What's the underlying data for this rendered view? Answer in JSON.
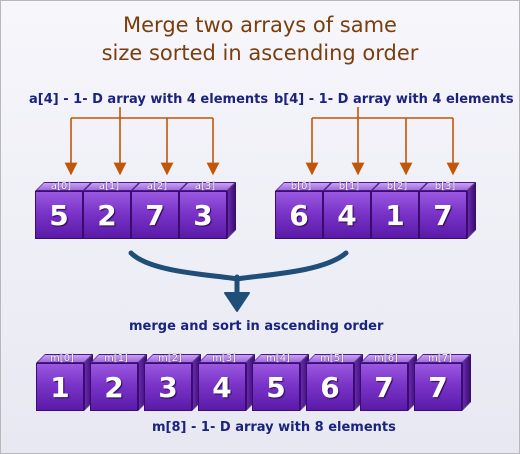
{
  "title_line1": "Merge two arrays of same",
  "title_line2": "size sorted in ascending order",
  "caption_a": "a[4] - 1- D array with 4 elements",
  "caption_b": "b[4] - 1- D array with 4 elements",
  "merge_caption": "merge and sort in ascending order",
  "caption_m": "m[8] - 1- D array with 8 elements",
  "colors": {
    "title": "#7a3e0d",
    "caption": "#1a237e",
    "arrow": "#c0560a",
    "curve": "#1f4e79",
    "cube": "#7a34c8"
  },
  "array_a": {
    "labels": [
      "a[0]",
      "a[1]",
      "a[2]",
      "a[3]"
    ],
    "values": [
      "5",
      "2",
      "7",
      "3"
    ]
  },
  "array_b": {
    "labels": [
      "b[0]",
      "b[1]",
      "b[2]",
      "b[3]"
    ],
    "values": [
      "6",
      "4",
      "1",
      "7"
    ]
  },
  "array_m": {
    "labels": [
      "m[0]",
      "m[1]",
      "m[2]",
      "m[3]",
      "m[4]",
      "m[5]",
      "m[6]",
      "m[7]"
    ],
    "values": [
      "1",
      "2",
      "3",
      "4",
      "5",
      "6",
      "7",
      "7"
    ]
  }
}
